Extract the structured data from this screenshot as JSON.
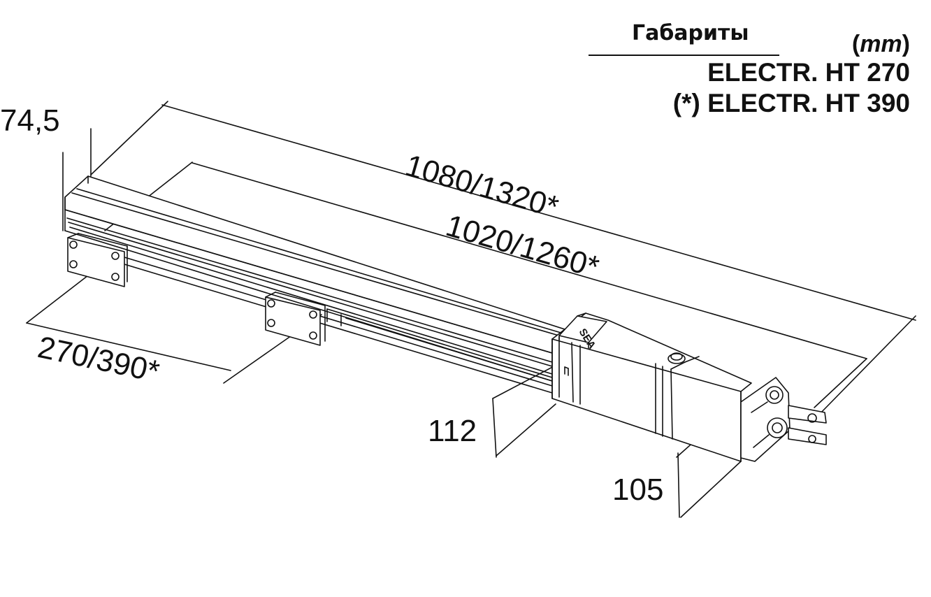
{
  "header": {
    "heading": "Габариты",
    "unit_open": "(",
    "unit": "mm",
    "unit_close": ")",
    "model_1": "ELECTR. HT 270",
    "model_2": "(*) ELECTR. HT 390"
  },
  "dimensions": {
    "height_rear": "74,5",
    "overall_length": "1080/1320*",
    "fixing_length": "1020/1260*",
    "bracket_spacing": "270/390*",
    "height_front": "112",
    "motor_height": "105"
  },
  "product_marking": "SEA",
  "colors": {
    "line": "#111111",
    "background": "#ffffff"
  }
}
